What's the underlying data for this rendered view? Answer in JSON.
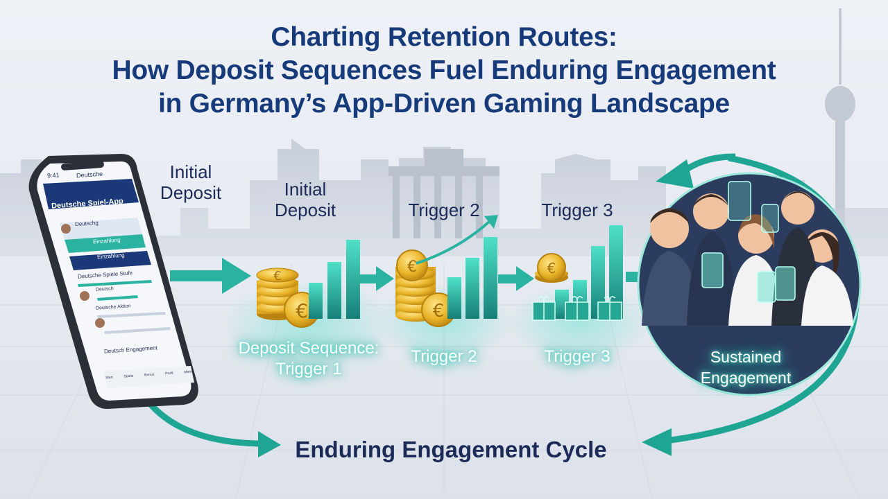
{
  "title": {
    "line1": "Charting Retention Routes:",
    "line2": "How Deposit Sequences Fuel Enduring Engagement",
    "line3": "in Germany’s App-Driven Gaming Landscape"
  },
  "labels": {
    "initial_deposit_a": "Initial\nDeposit",
    "initial_deposit_b": "Initial\nDeposit",
    "trigger2_top": "Trigger 2",
    "trigger3_top": "Trigger 3",
    "deposit_sequence": "Deposit Sequence:\nTrigger 1",
    "trigger2_bottom": "Trigger 2",
    "trigger3_bottom": "Trigger 3",
    "sustained": "Sustained\nEngagement",
    "cycle": "Enduring Engagement Cycle"
  },
  "phone": {
    "time": "9:41",
    "header": "Deutsche",
    "app_name": "Deutsche Spiel-App",
    "card_user": "Deutschg",
    "btn_primary": "Einzahlung",
    "btn_secondary": "Einzahlung",
    "section1": "Deutsche Spiele Stufe",
    "row1": "Deutsch",
    "row2": "Deutsche Aktion",
    "section2": "Deutsch Engagement",
    "nav": [
      "Start",
      "Spiele",
      "Bonus",
      "Profil",
      "Mehr"
    ]
  },
  "colors": {
    "teal": "#1fa593",
    "teal_light": "#3ed0bb",
    "navy": "#163a7a",
    "gold": "#e0a91c"
  }
}
